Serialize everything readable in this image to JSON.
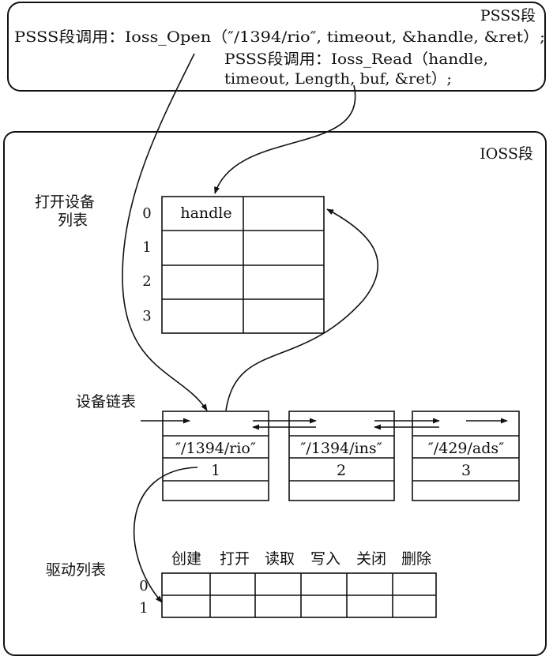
{
  "psss": {
    "title": "PSSS段",
    "call_open": "PSSS段调用：Ioss_Open（″/1394/rio″, timeout, &handle, &ret）;",
    "call_read_line1": "PSSS段调用：Ioss_Read（handle,",
    "call_read_line2": "timeout, Length, buf, &ret）;"
  },
  "ioss": {
    "title": "IOSS段",
    "open_table": {
      "label_line1": "打开设备",
      "label_line2": "列表",
      "row_indices": [
        "0",
        "1",
        "2",
        "3"
      ],
      "cell_0": "handle"
    },
    "device_list": {
      "label": "设备链表",
      "devices": [
        {
          "name": "″/1394/rio″",
          "index": "1"
        },
        {
          "name": "″/1394/ins″",
          "index": "2"
        },
        {
          "name": "″/429/ads″",
          "index": "3"
        }
      ]
    },
    "driver_table": {
      "label": "驱动列表",
      "columns": [
        "创建",
        "打开",
        "读取",
        "写入",
        "关闭",
        "删除"
      ],
      "row_indices": [
        "0",
        "1"
      ]
    }
  }
}
